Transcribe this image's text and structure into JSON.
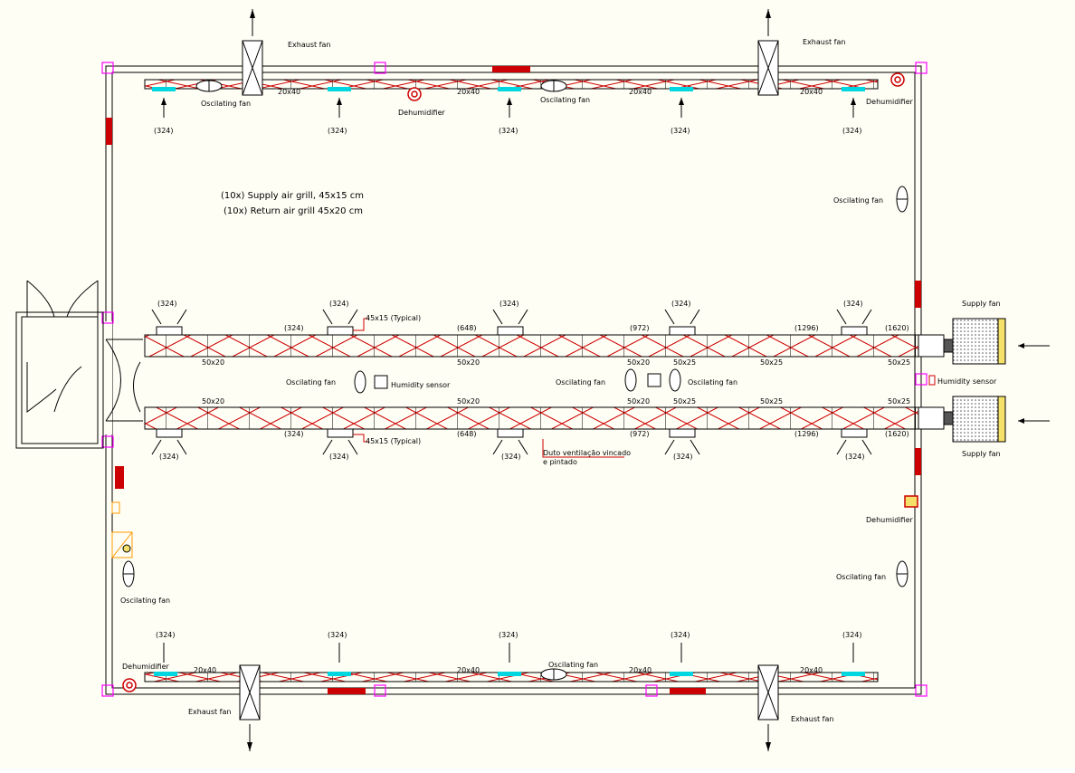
{
  "notes": {
    "supply_grill": "(10x) Supply air grill, 45x15 cm",
    "return_grill": "(10x) Return air grill 45x20 cm"
  },
  "labels": {
    "exhaust_fan": "Exhaust fan",
    "oscillating_fan": "Oscilating fan",
    "dehumidifier": "Dehumidifier",
    "supply_fan": "Supply fan",
    "humidity_sensor": "Humidity sensor",
    "typical_grill": "45x15 (Typical)",
    "duct_note_1": "Duto ventilação vincado",
    "duct_note_2": "e pintado"
  },
  "top_duct": {
    "flows": [
      "(324)",
      "(324)",
      "(324)",
      "(324)",
      "(324)"
    ],
    "sizes": [
      "20x40",
      "20x40",
      "20x40",
      "20x40"
    ]
  },
  "bottom_duct": {
    "flows": [
      "(324)",
      "(324)",
      "(324)",
      "(324)",
      "(324)"
    ],
    "sizes": [
      "20x40",
      "20x40",
      "20x40",
      "20x40"
    ]
  },
  "upper_main": {
    "grill_flows": [
      "(324)",
      "(324)",
      "(324)",
      "(324)",
      "(324)"
    ],
    "cum_flows": [
      "(324)",
      "(648)",
      "(972)",
      "(1296)",
      "(1620)"
    ],
    "sizes": [
      "50x20",
      "50x20",
      "50x20",
      "50x25",
      "50x25",
      "50x25"
    ]
  },
  "lower_main": {
    "grill_flows": [
      "(324)",
      "(324)",
      "(324)",
      "(324)",
      "(324)"
    ],
    "cum_flows": [
      "(324)",
      "(648)",
      "(972)",
      "(1296)",
      "(1620)"
    ],
    "sizes": [
      "50x20",
      "50x20",
      "50x20",
      "50x25",
      "50x25",
      "50x25"
    ]
  },
  "colors": {
    "duct": "#cc0000",
    "wall": "#000000",
    "grill": "#00d6e0",
    "column": "#ff00ff",
    "flow_pointer": "#ff9900",
    "background": "#fffef5"
  }
}
